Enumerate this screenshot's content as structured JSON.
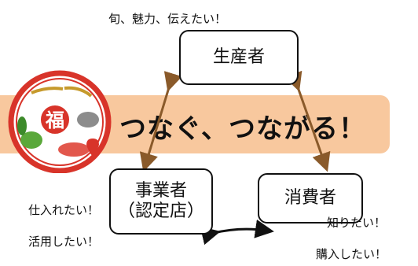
{
  "colors": {
    "band": "#f8c89e",
    "badge_red": "#d8342a",
    "ink": "#111111"
  },
  "badge": {
    "kanji": "福",
    "icon": "local-produce-badge-icon"
  },
  "slogan": "つなぐ、つながる！",
  "nodes": {
    "producer": "生産者",
    "business": {
      "line1": "事業者",
      "line2": "（認定店）"
    },
    "consumer": "消費者"
  },
  "notes": {
    "producer": "旬、魅力、伝えたい！",
    "business_1": "仕入れたい！",
    "business_2": "活用したい！",
    "consumer_1": "知りたい！",
    "consumer_2": "購入したい！"
  }
}
